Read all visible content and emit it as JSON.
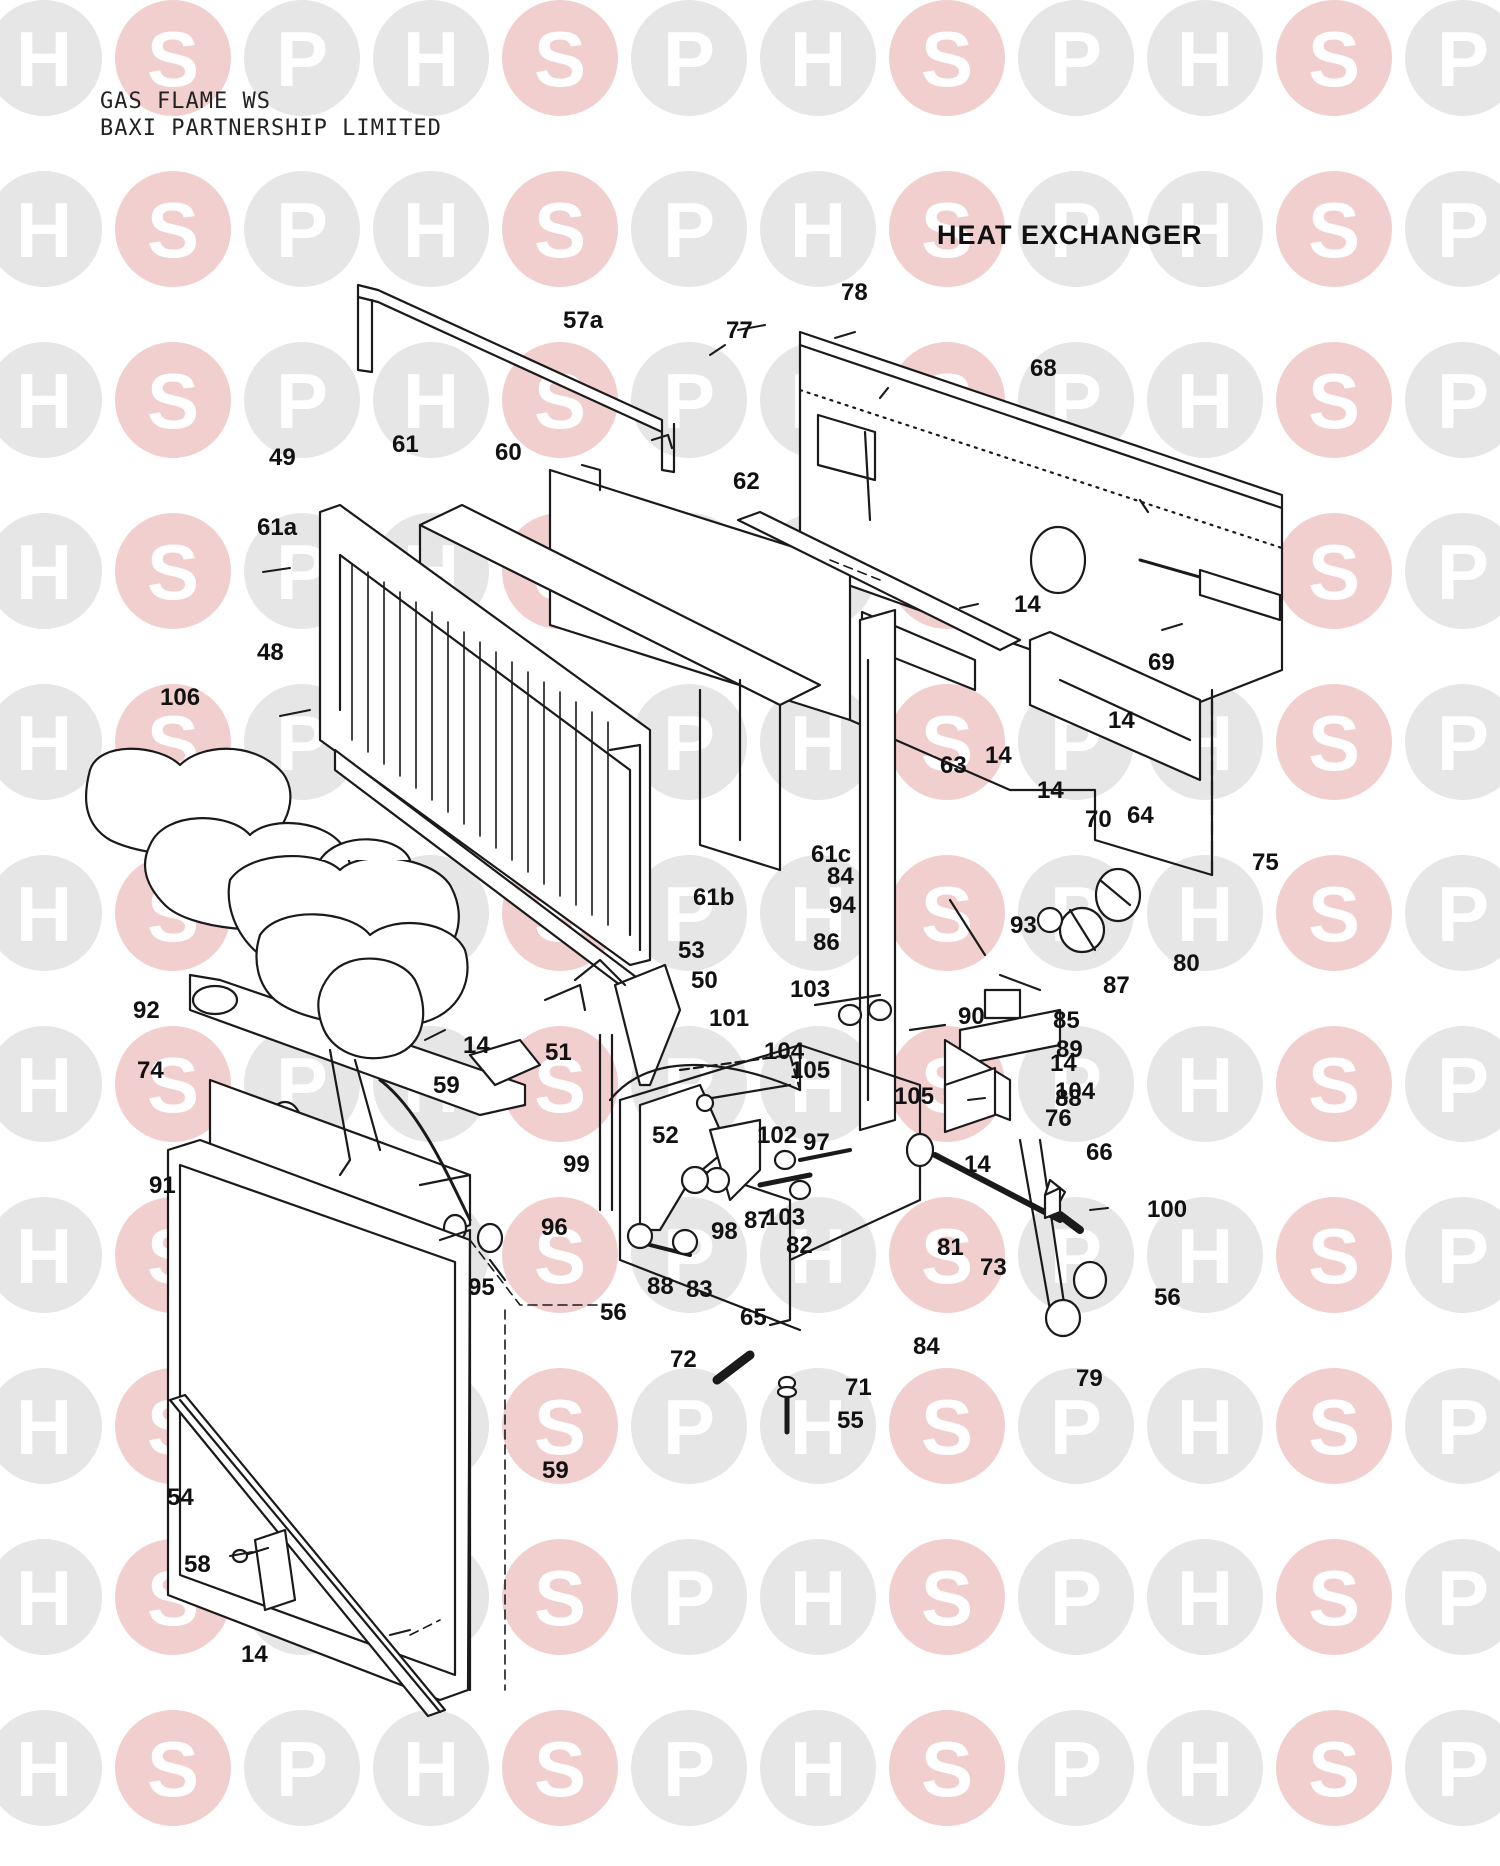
{
  "header": {
    "model": "GAS FLAME WS",
    "maker": "BAXI PARTNERSHIP LIMITED"
  },
  "title": "HEAT EXCHANGER",
  "watermark": {
    "letters": [
      "H",
      "S",
      "P"
    ],
    "colors": {
      "h": "#e6e6e6",
      "s": "#f2cfcf",
      "p": "#e6e6e6"
    }
  },
  "callouts": [
    "57a",
    "78",
    "77",
    "68",
    "49",
    "61",
    "60",
    "62",
    "61a",
    "14",
    "69",
    "48",
    "106",
    "14",
    "63",
    "14",
    "64",
    "14",
    "70",
    "75",
    "61c",
    "84",
    "94",
    "61b",
    "93",
    "80",
    "86",
    "53",
    "87",
    "50",
    "103",
    "90",
    "85",
    "92",
    "101",
    "104",
    "105",
    "89",
    "14",
    "51",
    "88",
    "104",
    "105",
    "76",
    "74",
    "59",
    "52",
    "102",
    "97",
    "66",
    "14",
    "14",
    "100",
    "99",
    "96",
    "103",
    "82",
    "81",
    "73",
    "91",
    "95",
    "98",
    "87",
    "88",
    "83",
    "56",
    "56",
    "65",
    "84",
    "79",
    "72",
    "71",
    "55",
    "54",
    "59",
    "58",
    "14"
  ]
}
